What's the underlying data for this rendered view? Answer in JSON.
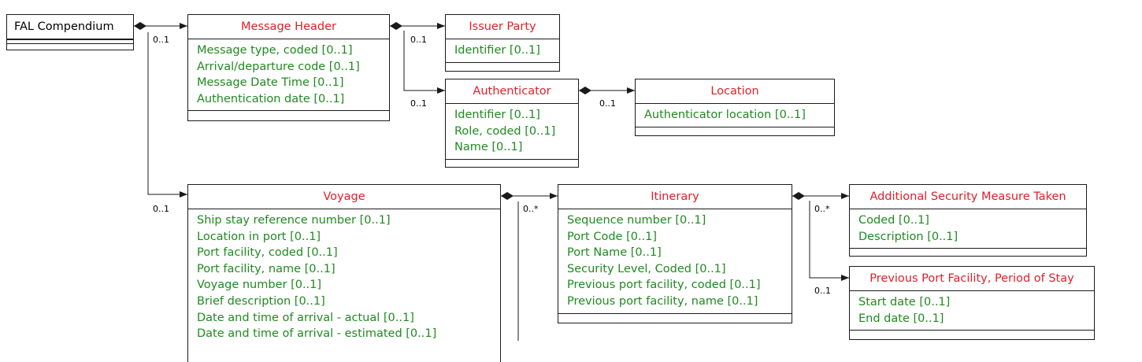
{
  "classes": {
    "fal": {
      "title": "FAL Compendium",
      "attrs": []
    },
    "message_header": {
      "title": "Message Header",
      "attrs": [
        "Message type, coded [0..1]",
        "Arrival/departure code [0..1]",
        "Message Date Time [0..1]",
        "Authentication date [0..1]"
      ]
    },
    "issuer_party": {
      "title": "Issuer Party",
      "attrs": [
        "Identifier [0..1]"
      ]
    },
    "authenticator": {
      "title": "Authenticator",
      "attrs": [
        "Identifier [0..1]",
        "Role, coded [0..1]",
        "Name [0..1]"
      ]
    },
    "location": {
      "title": "Location",
      "attrs": [
        "Authenticator location [0..1]"
      ]
    },
    "voyage": {
      "title": "Voyage",
      "attrs": [
        "Ship stay reference number [0..1]",
        "Location in port [0..1]",
        "Port facility, coded [0..1]",
        "Port facility, name [0..1]",
        "Voyage number [0..1]",
        "Brief description [0..1]",
        "Date and time of arrival - actual [0..1]",
        "Date and time of arrival - estimated [0..1]"
      ]
    },
    "itinerary": {
      "title": "Itinerary",
      "attrs": [
        "Sequence number [0..1]",
        "Port Code [0..1]",
        "Port Name [0..1]",
        "Security Level, Coded [0..1]",
        "Previous port facility, coded [0..1]",
        "Previous port facility, name [0..1]"
      ]
    },
    "security_measure": {
      "title": "Additional Security Measure Taken",
      "attrs": [
        "Coded [0..1]",
        "Description [0..1]"
      ]
    },
    "previous_port": {
      "title": "Previous Port Facility, Period of Stay",
      "attrs": [
        "Start date [0..1]",
        "End date [0..1]"
      ]
    }
  },
  "multiplicities": {
    "fal_to_header": "0..1",
    "fal_to_voyage": "0..1",
    "header_to_issuer": "0..1",
    "header_to_authenticator": "0..1",
    "authenticator_to_location": "0..1",
    "voyage_to_itinerary": "0..*",
    "itinerary_to_security": "0..*",
    "itinerary_to_previous": "0..1"
  },
  "colors": {
    "title": "#e0202a",
    "attribute": "#1f8a1f",
    "line": "#1a1a1a"
  }
}
